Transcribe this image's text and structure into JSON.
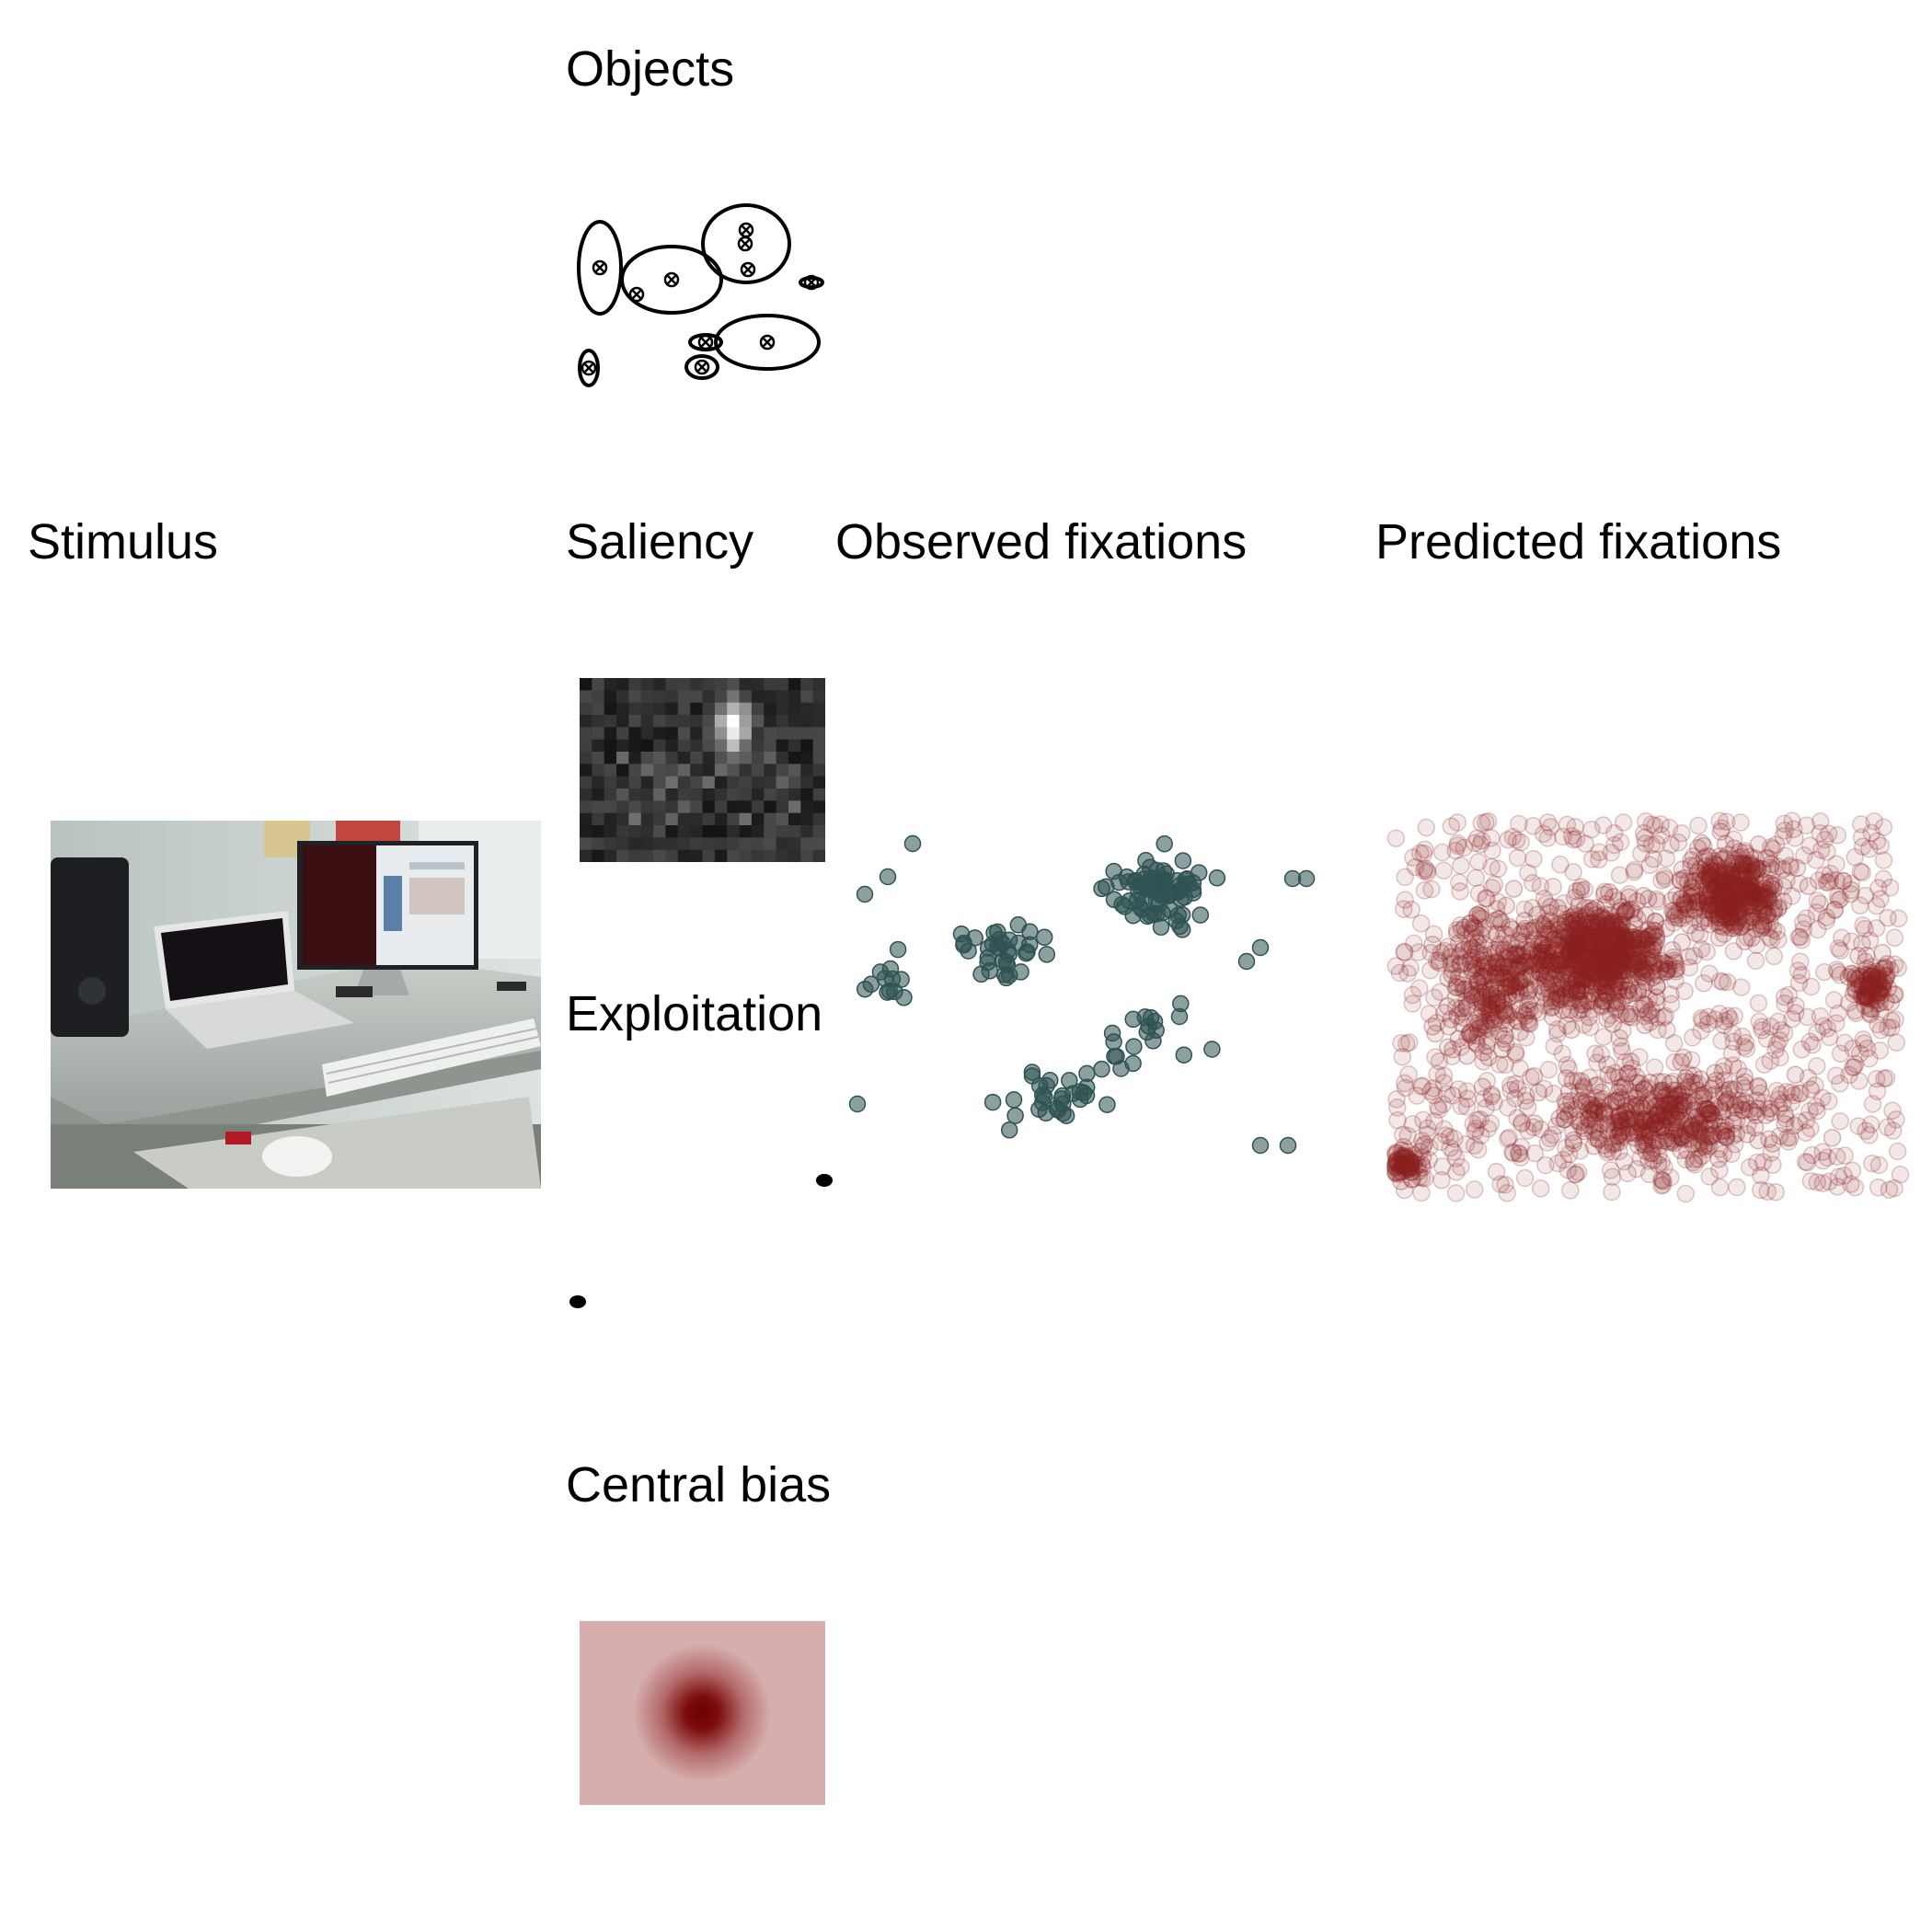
{
  "labels": {
    "objects": "Objects",
    "stimulus": "Stimulus",
    "saliency": "Saliency",
    "observed": "Observed fixations",
    "predicted": "Predicted fixations",
    "exploitation": "Exploitation",
    "central_bias": "Central bias"
  },
  "colors": {
    "observed_point": "#2f5252",
    "predicted_point": "#8b2222",
    "central_bias_bg": "#d6aeae",
    "central_bias_core": "#6e0000"
  }
}
